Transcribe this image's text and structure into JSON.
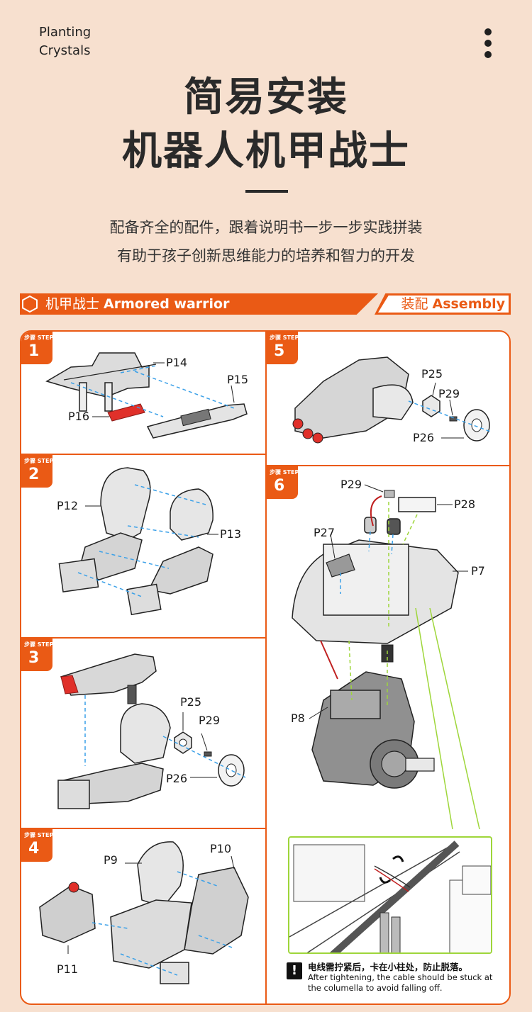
{
  "header": {
    "brand_line1": "Planting",
    "brand_line2": "Crystals",
    "title_line1": "简易安装",
    "title_line2": "机器人机甲战士",
    "desc_line1": "配备齐全的配件，跟着说明书一步一步实践拼装",
    "desc_line2": "有助于孩子创新思维能力的培养和智力的开发"
  },
  "section_bar": {
    "left_cn": "机甲战士",
    "left_en": "Armored warrior",
    "right_cn": "装配",
    "right_en": "Assembly"
  },
  "step_badge_label": "步骤 STEP",
  "steps": [
    {
      "number": "1",
      "parts": [
        "P14",
        "P15",
        "P16"
      ]
    },
    {
      "number": "2",
      "parts": [
        "P12",
        "P13"
      ]
    },
    {
      "number": "3",
      "parts": [
        "P25",
        "P29",
        "P26"
      ]
    },
    {
      "number": "4",
      "parts": [
        "P9",
        "P10",
        "P11"
      ]
    },
    {
      "number": "5",
      "parts": [
        "P25",
        "P29",
        "P26"
      ]
    },
    {
      "number": "6",
      "parts": [
        "P29",
        "P28",
        "P27",
        "P7",
        "P8"
      ]
    }
  ],
  "note": {
    "cn": "电线需拧紧后，卡在小柱处，防止脱落。",
    "en": "After tightening, the cable should be stuck at the columella to avoid falling off."
  },
  "colors": {
    "accent": "#ea5a15",
    "background": "#f7e0cf",
    "guide_line": "#3aa0e8",
    "zoom_border": "#9ed63a",
    "part_red": "#e0302a"
  }
}
